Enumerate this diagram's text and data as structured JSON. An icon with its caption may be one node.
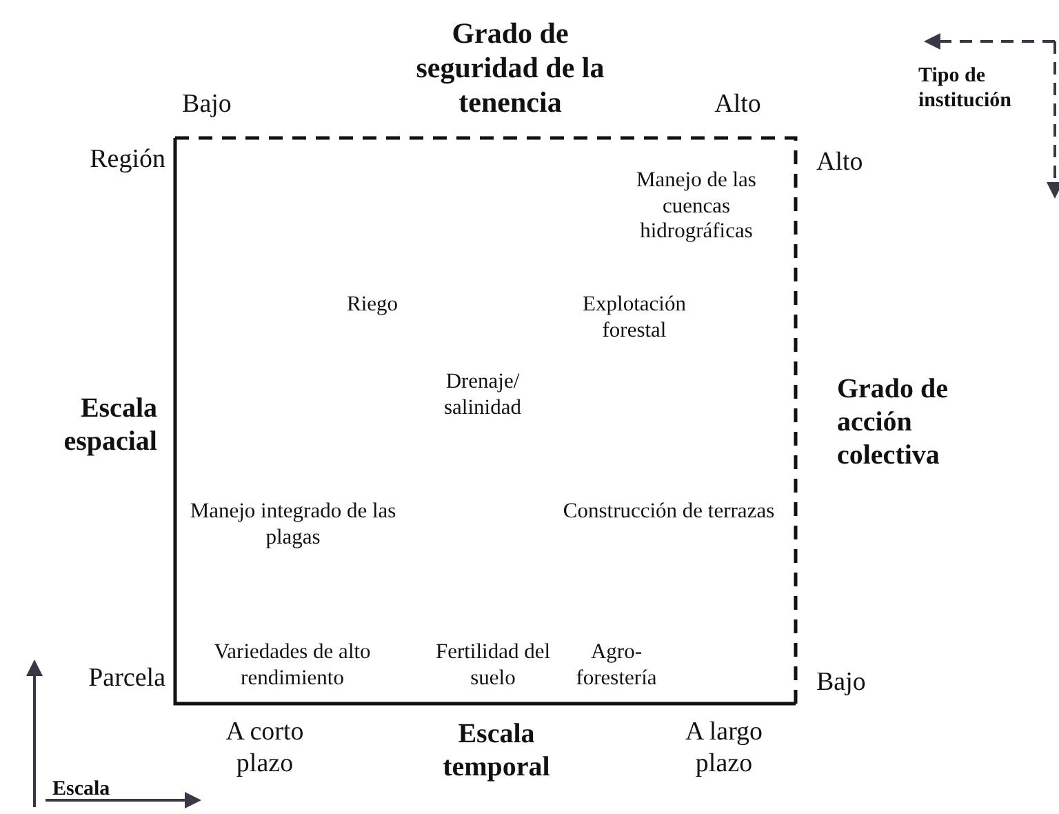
{
  "diagram": {
    "labels": [
      "Grado de seguridad de la tenencia",
      "Bajo",
      "Alto",
      "Tipo de institución",
      "Región",
      "Alto",
      "Manejo de las cuencas hidrográficas",
      "Riego",
      "Explotación forestal",
      "Drenaje/ salinidad",
      "Escala espacial",
      "Grado de acción colectiva",
      "Manejo integrado de las plagas",
      "Construcción de terrazas",
      "Variedades de alto rendimiento",
      "Fertilidad del suelo",
      "Agro- forestería",
      "Parcela",
      "Bajo",
      "A corto plazo",
      "Escala temporal",
      "A largo plazo",
      "Escala"
    ]
  }
}
